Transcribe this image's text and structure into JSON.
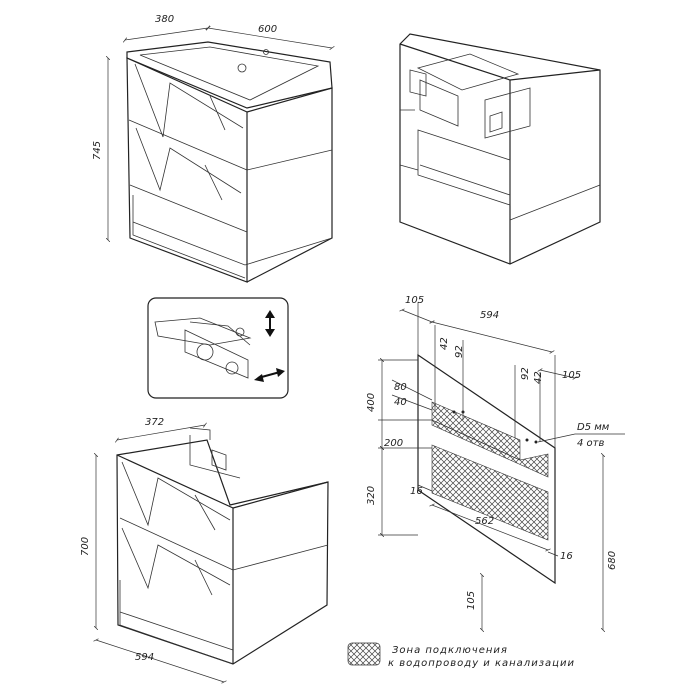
{
  "views": {
    "top_cabinet": {
      "depth": "380",
      "width": "600",
      "height": "745"
    },
    "bottom_cabinet": {
      "depth": "372",
      "width": "594",
      "height": "700"
    },
    "connection": {
      "d105a": "105",
      "d594": "594",
      "d105b": "105",
      "d42a": "42",
      "d92a": "92",
      "d92b": "92",
      "d42b": "42",
      "d400": "400",
      "d80": "80",
      "d40": "40",
      "d200": "200",
      "d320": "320",
      "d16a": "16",
      "d562": "562",
      "d16b": "16",
      "d680": "680",
      "d105c": "105",
      "hole_line1": "D5 мм",
      "hole_line2": "4 отв"
    }
  },
  "legend": {
    "line1": "Зона подключения",
    "line2": "к водопроводу и канализации"
  },
  "icons": [
    "arrow-up-down-icon",
    "arrow-left-right-icon"
  ]
}
